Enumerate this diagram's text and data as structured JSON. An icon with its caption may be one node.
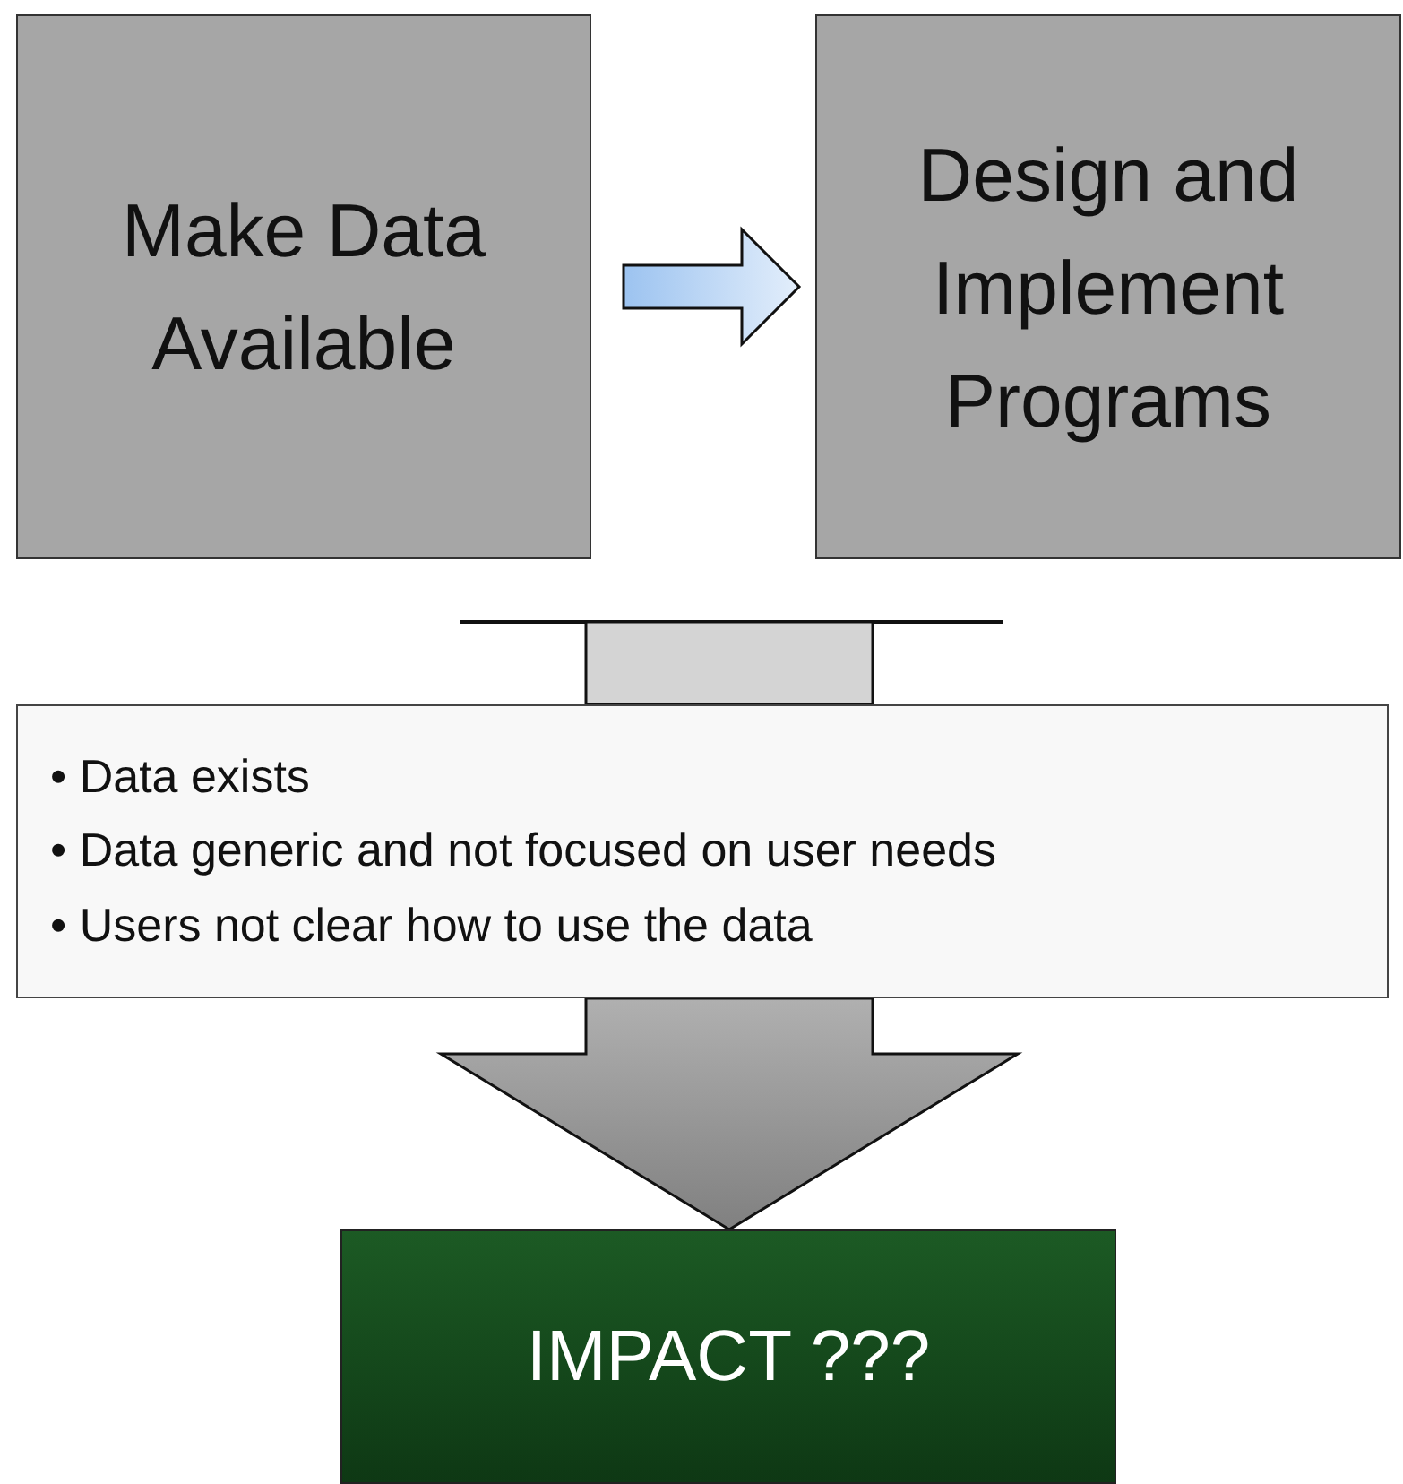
{
  "diagram": {
    "nodes": [
      {
        "text": [
          "Make Data Available"
        ]
      },
      {
        "text": [
          "Design and Implement Programs"
        ]
      },
      {
        "text": [
          "• Data exists",
          "• Data generic and not focused on user needs",
          "• Users not clear how to use the data"
        ]
      },
      {
        "text": [
          "IMPACT ???"
        ]
      }
    ],
    "edges": [
      {
        "from": 0,
        "to": 1,
        "arrow": "to"
      },
      {
        "from": 2,
        "to": 3,
        "arrow": "to"
      }
    ]
  }
}
